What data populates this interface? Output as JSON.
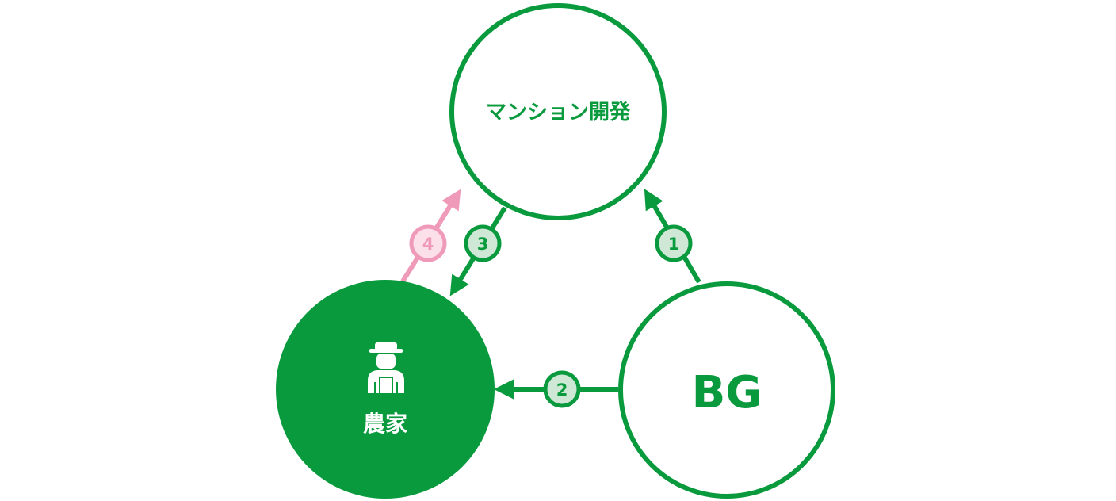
{
  "colors": {
    "green": "#0a9a3e",
    "green_light": "#cfe8d6",
    "pink": "#f09ab9",
    "pink_light": "#fbe0ea",
    "white": "#ffffff"
  },
  "nodes": {
    "mansion": {
      "label": "マンション開発"
    },
    "farmer": {
      "label": "農家",
      "icon": "farmer-icon"
    },
    "bg": {
      "label": "BG"
    }
  },
  "flows": [
    {
      "number": "1",
      "from": "BG",
      "to": "マンション開発",
      "color": "green"
    },
    {
      "number": "2",
      "from": "BG",
      "to": "農家",
      "color": "green"
    },
    {
      "number": "3",
      "from": "マンション開発",
      "to": "農家",
      "color": "green"
    },
    {
      "number": "4",
      "from": "農家",
      "to": "マンション開発",
      "color": "pink"
    }
  ]
}
